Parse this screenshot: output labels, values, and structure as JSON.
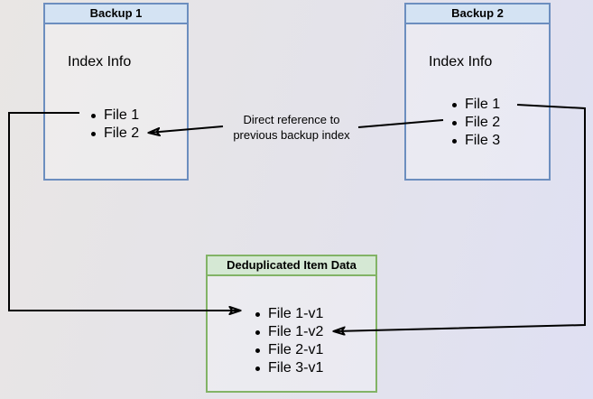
{
  "diagram": {
    "backup1": {
      "title": "Backup 1",
      "subtitle": "Index Info",
      "items": [
        "File 1",
        "File 2"
      ]
    },
    "backup2": {
      "title": "Backup 2",
      "subtitle": "Index Info",
      "items": [
        "File 1",
        "File 2",
        "File 3"
      ]
    },
    "dedup": {
      "title": "Deduplicated Item Data",
      "items": [
        "File 1-v1",
        "File 1-v2",
        "File 2-v1",
        "File 3-v1"
      ]
    },
    "annotation": {
      "line1": "Direct reference to",
      "line2": "previous backup index"
    },
    "colors": {
      "backup_header_fill": "#d4e3f3",
      "backup_border": "#6c8ebf",
      "dedup_header_fill": "#d5e8d4",
      "dedup_border": "#82b366",
      "connector": "#000000",
      "background_left": "#e9e6e4",
      "background_right": "#dfe0f3"
    }
  }
}
